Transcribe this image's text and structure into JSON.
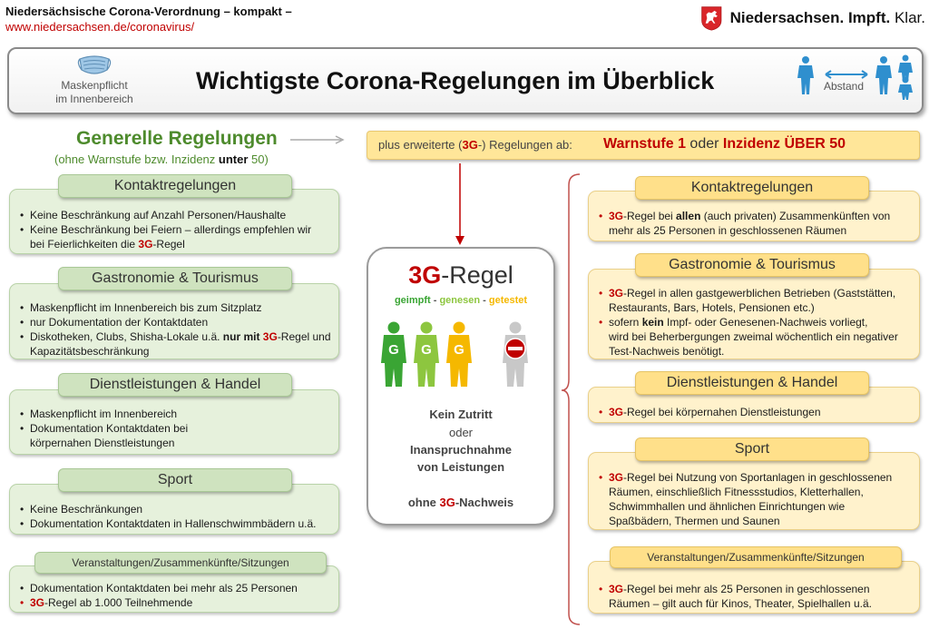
{
  "header": {
    "title": "Niedersächsische Corona-Verordnung – kompakt –",
    "url": "www.niedersachsen.de/coronavirus/",
    "logo_bold": "Niedersachsen. Impft.",
    "logo_light": "Klar."
  },
  "banner": {
    "mask_label_1": "Maskenpflicht",
    "mask_label_2": "im Innenbereich",
    "title": "Wichtigste Corona-Regelungen im Überblick",
    "distance_label": "Abstand"
  },
  "general": {
    "title": "Generelle Regelungen",
    "subtitle_pre": "(ohne Warnstufe bzw. Inzidenz ",
    "subtitle_bold": "unter",
    "subtitle_post": " 50)"
  },
  "left": {
    "kontakt": {
      "head": "Kontaktregelungen",
      "b1": "Keine Beschränkung auf Anzahl Personen/Haushalte",
      "b2a": "Keine Beschränkung bei Feiern – allerdings empfehlen wir",
      "b2b_pre": "bei Feierlichkeiten die ",
      "b2b_red": "3G",
      "b2b_post": "-Regel"
    },
    "gastro": {
      "head": "Gastronomie & Tourismus",
      "b1": "Maskenpflicht im Innenbereich bis zum Sitzplatz",
      "b2": "nur Dokumentation der Kontaktdaten",
      "b3_pre": "Diskotheken, Clubs, Shisha-Lokale u.ä. ",
      "b3_bold": "nur mit ",
      "b3_red": "3G",
      "b3_post": "-Regel und",
      "b3b": "Kapazitätsbeschränkung"
    },
    "dienst": {
      "head": "Dienstleistungen & Handel",
      "b1": "Maskenpflicht im Innenbereich",
      "b2a": "Dokumentation Kontaktdaten bei",
      "b2b": "körpernahen Dienstleistungen"
    },
    "sport": {
      "head": "Sport",
      "b1": "Keine Beschränkungen",
      "b2": "Dokumentation Kontaktdaten in Hallenschwimmbädern u.ä."
    },
    "veranst": {
      "head": "Veranstaltungen/Zusammenkünfte/Sitzungen",
      "b1": "Dokumentation Kontaktdaten bei mehr als 25 Personen",
      "b2_red": "3G",
      "b2_post": "-Regel ab 1.000 Teilnehmende"
    }
  },
  "plus": {
    "text_pre": "plus erweiterte (",
    "text_red": "3G",
    "text_post": "-) Regelungen ab:",
    "warn": "Warnstufe 1",
    "oder": " oder ",
    "inz": "Inzidenz ÜBER 50"
  },
  "card": {
    "title_red": "3G",
    "title_post": "-Regel",
    "geimpft": "geimpft",
    "sep": " - ",
    "genesen": "genesen",
    "getestet": "getestet",
    "fig_letter": "G",
    "line1": "Kein Zutritt",
    "line2": "oder",
    "line3": "Inanspruchnahme",
    "line4": "von Leistungen",
    "line5_pre": "ohne ",
    "line5_red": "3G",
    "line5_post": "-Nachweis",
    "colors": {
      "green1": "#3aa534",
      "green2": "#8dc63f",
      "yellow": "#f5b800",
      "grey": "#c8c8c8",
      "red": "#c00000"
    }
  },
  "right": {
    "kontakt": {
      "head": "Kontaktregelungen",
      "b1_red": "3G",
      "b1_mid": "-Regel bei ",
      "b1_bold": "allen",
      "b1_post": " (auch privaten) Zusammenkünften von",
      "b1b": "mehr als 25 Personen in geschlossenen Räumen"
    },
    "gastro": {
      "head": "Gastronomie & Tourismus",
      "b1_red": "3G",
      "b1_post": "-Regel in allen gastgewerblichen Betrieben (Gaststätten,",
      "b1b": "Restaurants, Bars, Hotels, Pensionen etc.)",
      "b2_pre": "sofern ",
      "b2_bold": "kein",
      "b2_post": " Impf- oder Genesenen-Nachweis vorliegt,",
      "b2b": "wird bei Beherbergungen zweimal wöchentlich ein negativer",
      "b2c": "Test-Nachweis benötigt."
    },
    "dienst": {
      "head": "Dienstleistungen & Handel",
      "b1_red": "3G",
      "b1_post": "-Regel bei körpernahen Dienstleistungen"
    },
    "sport": {
      "head": "Sport",
      "b1_red": "3G",
      "b1_post": "-Regel bei Nutzung von Sportanlagen in geschlossenen",
      "b1b": "Räumen, einschließlich Fitnessstudios, Kletterhallen,",
      "b1c": "Schwimmhallen und ähnlichen Einrichtungen wie",
      "b1d": "Spaßbädern, Thermen und Saunen"
    },
    "veranst": {
      "head": "Veranstaltungen/Zusammenkünfte/Sitzungen",
      "b1_red": "3G",
      "b1_post": "-Regel bei mehr als 25 Personen in geschlossenen",
      "b1b": "Räumen – gilt auch für Kinos, Theater, Spielhallen u.ä."
    }
  }
}
